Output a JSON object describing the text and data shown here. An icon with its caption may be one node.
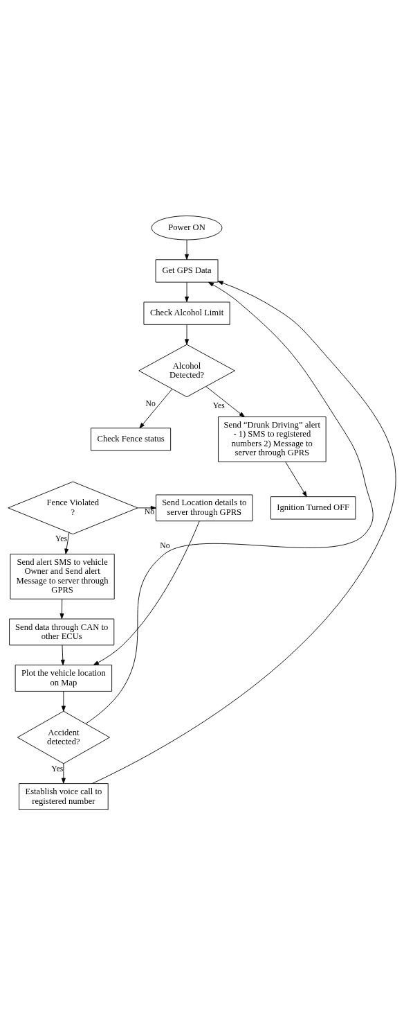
{
  "diagram": {
    "nodes": [
      {
        "text": [
          "Power ON"
        ]
      },
      {
        "text": [
          "Get GPS Data"
        ]
      },
      {
        "text": [
          "Check Alcohol Limit"
        ]
      },
      {
        "text": [
          "Alcohol Detected?"
        ]
      },
      {
        "text": [
          "Check Fence status"
        ]
      },
      {
        "text": [
          "Send “Drunk Driving” alert - 1) SMS to registered numbers 2) Message to server through GPRS"
        ]
      },
      {
        "text": [
          "Ignition Turned OFF"
        ]
      },
      {
        "text": [
          "Fence Violated ?"
        ]
      },
      {
        "text": [
          "Send Location details to server through GPRS"
        ]
      },
      {
        "text": [
          "Send alert SMS to vehicle Owner and Send alert Message to server through GPRS"
        ]
      },
      {
        "text": [
          "Send data through CAN to other ECUs"
        ]
      },
      {
        "text": [
          "Plot the vehicle location on Map"
        ]
      },
      {
        "text": [
          "Accident detected?"
        ]
      },
      {
        "text": [
          "Establish voice call to registered number"
        ]
      }
    ],
    "edges": [
      {
        "from": 0,
        "to": 1,
        "arrow": "to"
      },
      {
        "from": 1,
        "to": 2,
        "arrow": "to"
      },
      {
        "from": 2,
        "to": 3,
        "arrow": "to"
      },
      {
        "from": 3,
        "to": 4,
        "arrow": "to",
        "label": "No"
      },
      {
        "from": 3,
        "to": 5,
        "arrow": "to",
        "label": "Yes"
      },
      {
        "from": 5,
        "to": 6,
        "arrow": "to"
      },
      {
        "from": 7,
        "to": 8,
        "arrow": "to",
        "label": "No"
      },
      {
        "from": 7,
        "to": 9,
        "arrow": "to",
        "label": "Yes"
      },
      {
        "from": 9,
        "to": 10,
        "arrow": "to"
      },
      {
        "from": 10,
        "to": 11,
        "arrow": "to"
      },
      {
        "from": 8,
        "to": 11,
        "arrow": "to"
      },
      {
        "from": 11,
        "to": 12,
        "arrow": "to"
      },
      {
        "from": 12,
        "to": 1,
        "arrow": "to",
        "label": "No"
      },
      {
        "from": 12,
        "to": 13,
        "arrow": "to",
        "label": "Yes"
      },
      {
        "from": 13,
        "to": 1,
        "arrow": "to"
      }
    ]
  }
}
